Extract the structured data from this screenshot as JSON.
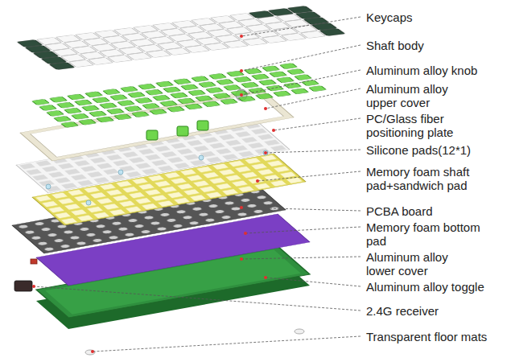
{
  "diagram": {
    "labels": [
      "Keycaps",
      "Shaft body",
      "Aluminum alloy knob",
      "Aluminum alloy upper cover",
      "PC/Glass fiber positioning plate",
      "Silicone pads(12*1)",
      "Memory foam shaft pad+sandwich pad",
      "PCBA board",
      "Memory foam bottom pad",
      "Aluminum alloy lower cover",
      "Aluminum alloy toggle",
      "2.4G receiver",
      "Transparent floor mats"
    ]
  }
}
